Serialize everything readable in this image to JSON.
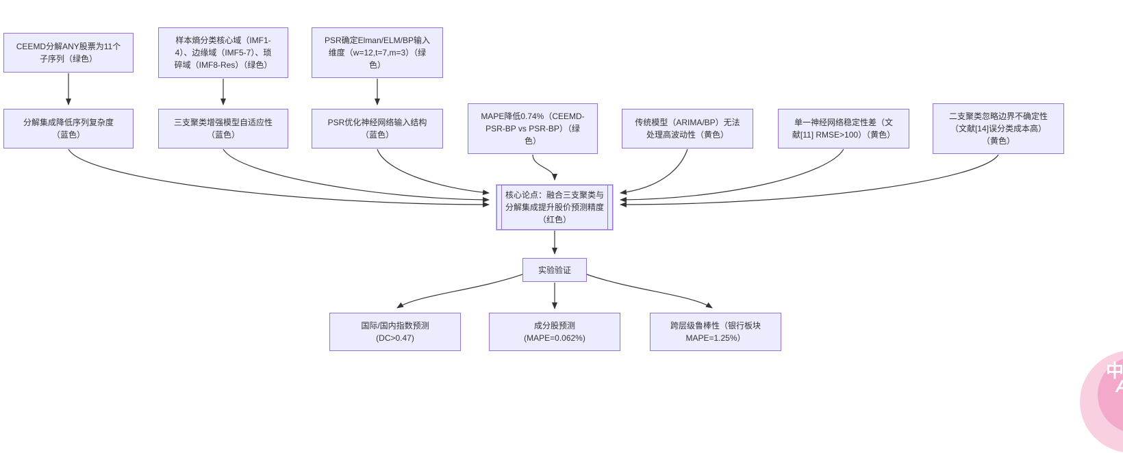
{
  "diagram": {
    "nodes": {
      "t1": {
        "text": "CEEMD分解ANY股票为11个\n子序列（绿色）"
      },
      "t2": {
        "text": "样本熵分类核心域（IMF1-\n4）、边缘域（IMF5-7）、琐\n碎域（IMF8-Res）（绿色）"
      },
      "t3": {
        "text": "PSR确定Elman/ELM/BP输入\n维度（w=12,t=7,m=3）（绿\n色）"
      },
      "m1": {
        "text": "分解集成降低序列复杂度\n（蓝色）"
      },
      "m2": {
        "text": "三支聚类增强模型自适应性\n（蓝色）"
      },
      "m3": {
        "text": "PSR优化神经网络输入结构\n（蓝色）"
      },
      "m4": {
        "text": "MAPE降低0.74%（CEEMD-\nPSR-BP vs PSR-BP）（绿\n色）"
      },
      "m5": {
        "text": "传统模型（ARIMA/BP）无法\n处理高波动性（黄色）"
      },
      "m6": {
        "text": "单一神经网络稳定性差（文\n献[11] RMSE>100）（黄色）"
      },
      "m7": {
        "text": "二支聚类忽略边界不确定性\n（文献[14]误分类成本高）\n（黄色）"
      },
      "core": {
        "text": "核心论点：融合三支聚类与\n分解集成提升股价预测精度\n（红色）"
      },
      "exp": {
        "text": "实验验证"
      },
      "b1": {
        "text": "国际/国内指数预测\n(DC>0.47)"
      },
      "b2": {
        "text": "成分股预测\n(MAPE=0.062%)"
      },
      "b3": {
        "text": "跨层级鲁棒性（银行板块\nMAPE=1.25%）"
      }
    },
    "edges": [
      {
        "from": "t1",
        "to": "m1"
      },
      {
        "from": "t2",
        "to": "m2"
      },
      {
        "from": "t3",
        "to": "m3"
      },
      {
        "from": "m1",
        "to": "core"
      },
      {
        "from": "m2",
        "to": "core"
      },
      {
        "from": "m3",
        "to": "core"
      },
      {
        "from": "m4",
        "to": "core"
      },
      {
        "from": "m5",
        "to": "core"
      },
      {
        "from": "m6",
        "to": "core"
      },
      {
        "from": "m7",
        "to": "core"
      },
      {
        "from": "core",
        "to": "exp"
      },
      {
        "from": "exp",
        "to": "b1"
      },
      {
        "from": "exp",
        "to": "b2"
      },
      {
        "from": "exp",
        "to": "b3"
      }
    ],
    "colors": {
      "node_fill": "#ececff",
      "node_border": "#9370db",
      "edge": "#333333",
      "text": "#333333"
    }
  },
  "translate_badge": {
    "zh": "中",
    "en": "A",
    "outer_color": "#f9d0e2",
    "inner_color": "#f5a9ca"
  }
}
